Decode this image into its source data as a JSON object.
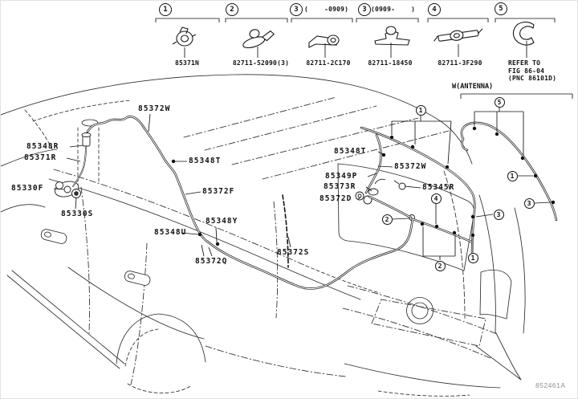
{
  "colors": {
    "line": "#1a1a1a",
    "background": "#ffffff",
    "ref_code_gray": "#909090"
  },
  "header": {
    "parts": [
      {
        "num": "1",
        "part": "85371N"
      },
      {
        "num": "2",
        "part": "82711-52090(3)"
      },
      {
        "num": "3",
        "note": "(    -0909)",
        "part": "82711-2C170"
      },
      {
        "num": "3",
        "note": "(0909-    )",
        "part": "82711-18450"
      },
      {
        "num": "4",
        "part": "82711-3F290"
      },
      {
        "num": "5",
        "lines": [
          "REFER TO",
          "FIG 86-04",
          "(PNC 86101D)"
        ]
      }
    ]
  },
  "diagram": {
    "antenna_note": "W(ANTENNA)",
    "ref_code": "852461A",
    "labels": [
      {
        "text": "85372W"
      },
      {
        "text": "85348R"
      },
      {
        "text": "85371R"
      },
      {
        "text": "85330F"
      },
      {
        "text": "85330S"
      },
      {
        "text": "85348T"
      },
      {
        "text": "85372F"
      },
      {
        "text": "85348Y"
      },
      {
        "text": "85348U"
      },
      {
        "text": "85372Q"
      },
      {
        "text": "85372S"
      },
      {
        "text": "85348T"
      },
      {
        "text": "85372W"
      },
      {
        "text": "85349P"
      },
      {
        "text": "85373R"
      },
      {
        "text": "85345R"
      },
      {
        "text": "85372D"
      }
    ],
    "callouts": [
      {
        "num": "1"
      },
      {
        "num": "5"
      },
      {
        "num": "1"
      },
      {
        "num": "3"
      },
      {
        "num": "3"
      },
      {
        "num": "2"
      },
      {
        "num": "4"
      },
      {
        "num": "2"
      },
      {
        "num": "1"
      }
    ]
  }
}
